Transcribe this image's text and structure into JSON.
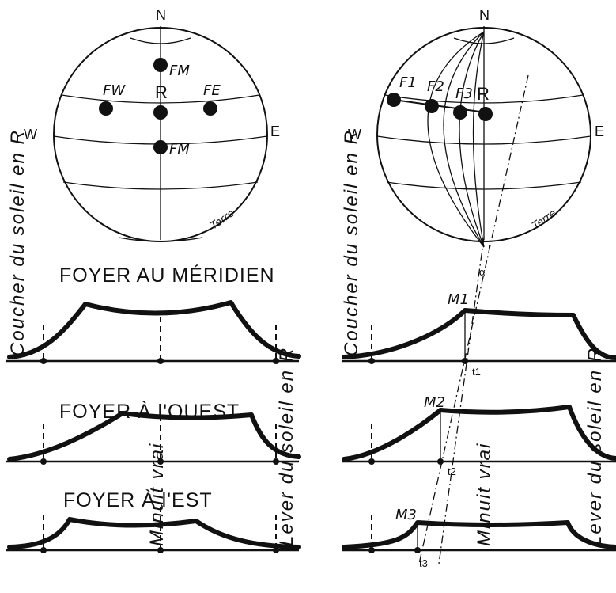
{
  "left_globe": {
    "north": "N",
    "west": "W",
    "east": "E",
    "earth_label": "Terre",
    "foci": {
      "center": "R",
      "north_focus": "FM",
      "west_focus": "FW",
      "east_focus": "FE",
      "south_focus": "FM"
    }
  },
  "right_globe": {
    "north": "N",
    "west": "W",
    "east": "E",
    "earth_label": "Terre",
    "foci": [
      "F1",
      "F2",
      "F3"
    ],
    "center": "R",
    "alpha": "α"
  },
  "left_graphs": {
    "titles": [
      "FOYER AU MÉRIDIEN",
      "FOYER À l'OUEST",
      "FOYER À l'EST"
    ],
    "left_axis_label": "Coucher du soleil en R",
    "right_axis_label": "Lever du soleil en R",
    "center_axis_label": "Minuit vrai"
  },
  "right_graphs": {
    "left_axis_label": "Coucher du soleil en R",
    "right_axis_label": "Lever du soleil en R",
    "center_axis_label": "Minuit vrai",
    "peaks": [
      "M1",
      "M2",
      "M3"
    ],
    "times": [
      "t1",
      "t2",
      "t3"
    ]
  }
}
